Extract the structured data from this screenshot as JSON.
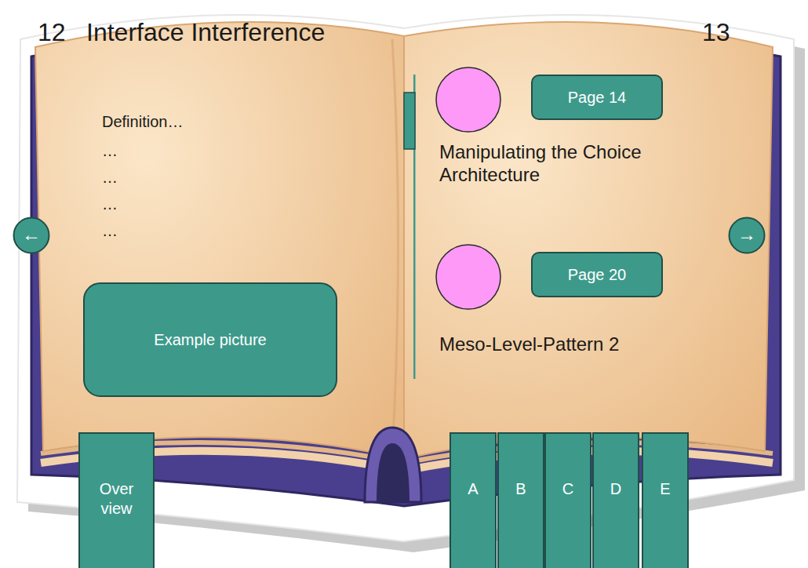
{
  "diagram": {
    "title": "Interface Interference",
    "nodes": [
      {
        "text": [
          "Example picture"
        ]
      },
      {
        "text": [
          "Page 14"
        ]
      },
      {
        "text": [
          "Page 20"
        ]
      },
      {
        "text": [
          "←"
        ]
      },
      {
        "text": [
          "→"
        ]
      },
      {
        "text": [
          "Over view"
        ]
      },
      {
        "text": [
          "A"
        ]
      },
      {
        "text": [
          "B"
        ]
      },
      {
        "text": [
          "C"
        ]
      },
      {
        "text": [
          "D"
        ]
      },
      {
        "text": [
          "E"
        ]
      }
    ],
    "labels": [
      "12",
      "13",
      "Definition…",
      "…",
      "…",
      "…",
      "…",
      "Manipulating the Choice Architecture",
      "Meso-Level-Pattern 2"
    ]
  }
}
